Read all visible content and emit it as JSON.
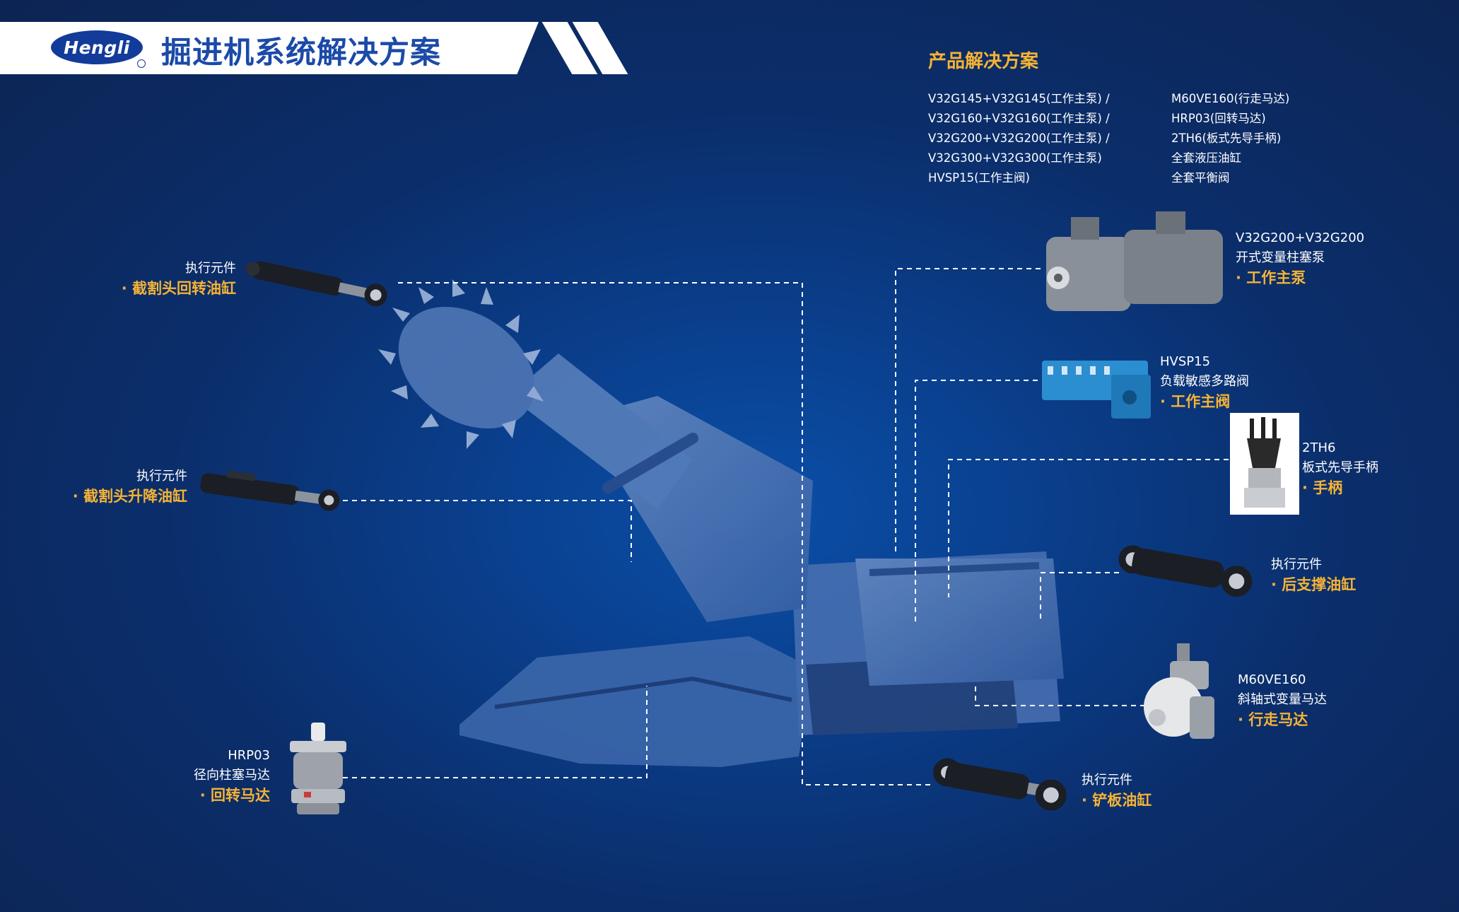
{
  "header": {
    "logo_text": "Hengli",
    "title": "掘进机系统解决方案"
  },
  "product_solution": {
    "title": "产品解决方案",
    "left_items": [
      "V32G145+V32G145(工作主泵) /",
      "V32G160+V32G160(工作主泵) /",
      "V32G200+V32G200(工作主泵) /",
      "V32G300+V32G300(工作主泵)",
      "HVSP15(工作主阀)"
    ],
    "right_items": [
      "M60VE160(行走马达)",
      "HRP03(回转马达)",
      "2TH6(板式先导手柄)",
      "全套液压油缸",
      "全套平衡阀"
    ]
  },
  "callouts": {
    "cutter_rotate_cylinder": {
      "sub": "执行元件",
      "name": "· 截割头回转油缸"
    },
    "cutter_lift_cylinder": {
      "sub": "执行元件",
      "name": "· 截割头升降油缸"
    },
    "rotary_motor": {
      "model": "HRP03",
      "sub": "径向柱塞马达",
      "name": "· 回转马达"
    },
    "main_pump": {
      "model": "V32G200+V32G200",
      "sub": "开式变量柱塞泵",
      "name": "· 工作主泵"
    },
    "main_valve": {
      "model": "HVSP15",
      "sub": "负载敏感多路阀",
      "name": "· 工作主阀"
    },
    "joystick": {
      "model": "2TH6",
      "sub": "板式先导手柄",
      "name": "· 手柄"
    },
    "rear_support_cylinder": {
      "sub": "执行元件",
      "name": "· 后支撑油缸"
    },
    "travel_motor": {
      "model": "M60VE160",
      "sub": "斜轴式变量马达",
      "name": "· 行走马达"
    },
    "shovel_cylinder": {
      "sub": "执行元件",
      "name": "· 铲板油缸"
    }
  },
  "colors": {
    "accent_orange": "#f5b336",
    "brand_blue": "#1b4aa8",
    "background": "#0b2e6b"
  }
}
